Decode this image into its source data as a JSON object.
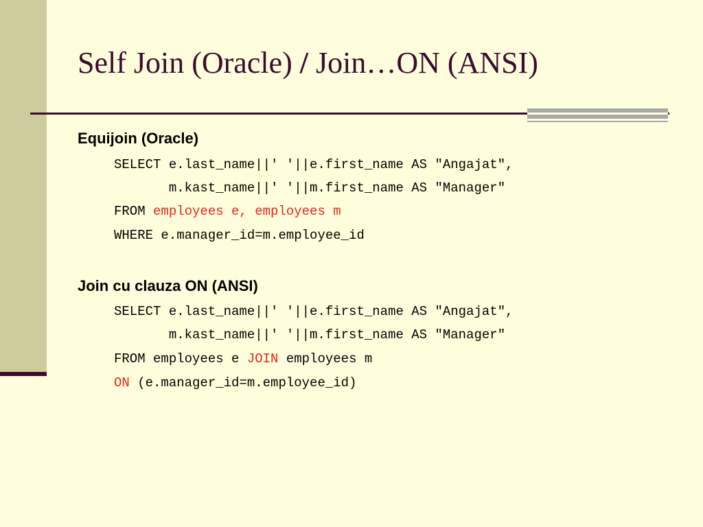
{
  "colors": {
    "background": "#FFFEDC",
    "left_bar": "#CDCB9B",
    "title": "#3A0B2E",
    "rule": "#3A0B2E",
    "accent_gray": "#A8A8A8",
    "highlight": "#E8261C"
  },
  "title": {
    "part1": "Self Join (Oracle) ",
    "separator": "/",
    "part2": " Join…ON (ANSI)"
  },
  "sections": [
    {
      "heading": "Equijoin (Oracle)",
      "lines": [
        {
          "text": "SELECT e.last_name||' '||e.first_name AS \"Angajat\","
        },
        {
          "text": "       m.kast_name||' '||m.first_name AS \"Manager\""
        },
        {
          "prefix": "FROM ",
          "highlight": "employees e, employees m"
        },
        {
          "text": "WHERE e.manager_id=m.employee_id"
        }
      ]
    },
    {
      "heading": "Join cu clauza ON (ANSI)",
      "lines": [
        {
          "text": "SELECT e.last_name||' '||e.first_name AS \"Angajat\","
        },
        {
          "text": "       m.kast_name||' '||m.first_name AS \"Manager\""
        },
        {
          "prefix": "FROM employees e ",
          "highlight": "JOIN",
          "suffix": " employees m"
        },
        {
          "highlight": "ON",
          "suffix": " (e.manager_id=m.employee_id)"
        }
      ]
    }
  ]
}
